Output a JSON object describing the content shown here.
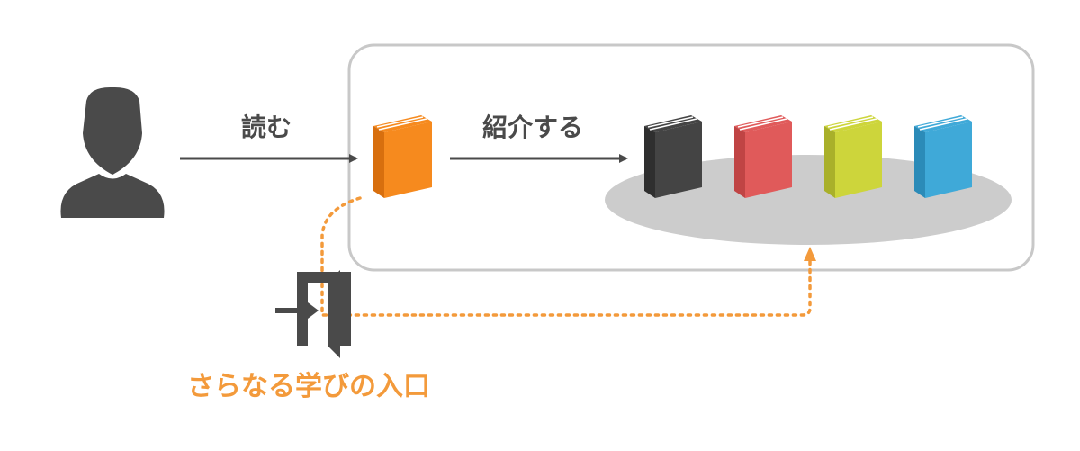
{
  "labels": {
    "read": "読む",
    "introduce": "紹介する",
    "entrance": "さらなる学びの入口"
  },
  "colors": {
    "box_border": "#c8c8c8",
    "arrow": "#4a4a4a",
    "person": "#4a4a4a",
    "ellipse": "#cccccc",
    "dotted": "#f39a3b",
    "door": "#4a4a4a",
    "book_orange": "#f68a1e",
    "book_black": "#444444",
    "book_red": "#e05a5a",
    "book_yellow": "#cdd53b",
    "book_blue": "#3fa9d8"
  },
  "icons": {
    "person": "person-silhouette-icon",
    "door": "door-entrance-icon",
    "book": "book-icon"
  }
}
